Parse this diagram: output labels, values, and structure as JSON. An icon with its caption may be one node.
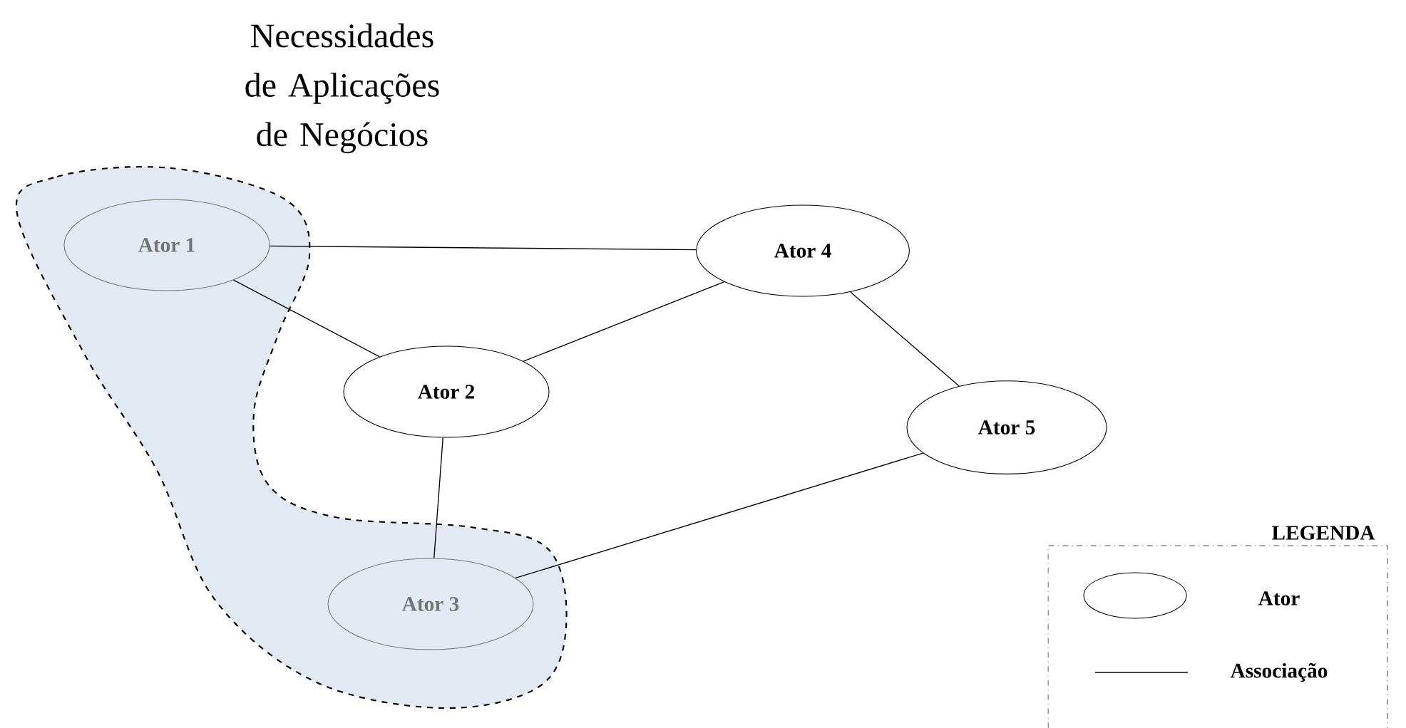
{
  "diagram": {
    "nodes": [
      {
        "text": [
          "Necessidades de Aplicações de Negócios"
        ]
      },
      {
        "text": [
          "Ator 1"
        ],
        "in": 0
      },
      {
        "text": [
          "Ator 2"
        ]
      },
      {
        "text": [
          "Ator 3"
        ],
        "in": 0
      },
      {
        "text": [
          "Ator 4"
        ]
      },
      {
        "text": [
          "Ator 5"
        ]
      }
    ],
    "edges": [
      {
        "from": 1,
        "to": 4,
        "arrow": "none"
      },
      {
        "from": 1,
        "to": 2,
        "arrow": "none"
      },
      {
        "from": 2,
        "to": 4,
        "arrow": "none"
      },
      {
        "from": 2,
        "to": 3,
        "arrow": "none"
      },
      {
        "from": 4,
        "to": 5,
        "arrow": "none"
      },
      {
        "from": 5,
        "to": 3,
        "arrow": "none"
      }
    ],
    "labels": [
      "LEGENDA"
    ],
    "legend": [
      {
        "text": "Ator"
      },
      {
        "text": "Associação"
      }
    ]
  }
}
